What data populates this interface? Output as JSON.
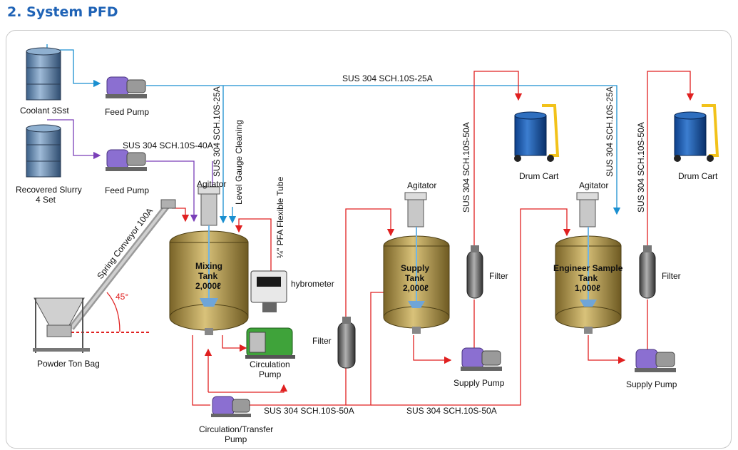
{
  "title": "2. System PFD",
  "equipment": {
    "coolant": "Coolant 3Sst",
    "recovered_slurry_line1": "Recovered Slurry",
    "recovered_slurry_line2": "4 Set",
    "feed_pump_1": "Feed Pump",
    "feed_pump_2": "Feed Pump",
    "agitator_1": "Agitator",
    "agitator_2": "Agitator",
    "agitator_3": "Agitator",
    "level_gauge": "Level Gauge Cleaning",
    "flex_tube": "¼\" PFA Flexible Tube",
    "hybrometer": "hybrometer",
    "spring_conveyor": "Spring Conveyor 100A",
    "angle": "45°",
    "powder_ton_bag": "Powder Ton Bag",
    "mixing_tank": {
      "line1": "Mixing",
      "line2": "Tank",
      "line3": "2,000ℓ"
    },
    "supply_tank": {
      "line1": "Supply",
      "line2": "Tank",
      "line3": "2,000ℓ"
    },
    "engineer_tank": {
      "line1": "Engineer Sample",
      "line2": "Tank",
      "line3": "1,000ℓ"
    },
    "circulation_pump_line1": "Circulation",
    "circulation_pump_line2": "Pump",
    "transfer_pump_line1": "Circulation/Transfer",
    "transfer_pump_line2": "Pump",
    "filter_1": "Filter",
    "filter_2": "Filter",
    "filter_3": "Filter",
    "supply_pump_1": "Supply Pump",
    "supply_pump_2": "Supply Pump",
    "drum_cart_1": "Drum Cart",
    "drum_cart_2": "Drum Cart"
  },
  "pipes": {
    "top_25a": "SUS 304 SCH.10S-25A",
    "slurry_40a": "SUS 304 SCH.10S-40A",
    "vert_25a_mix": "SUS 304 SCH.10S-25A",
    "vert_50a_supply": "SUS 304 SCH.10S-50A",
    "vert_25a_eng": "SUS 304 SCH.10S-25A",
    "vert_50a_eng": "SUS 304 SCH.10S-50A",
    "bottom_50a_1": "SUS 304 SCH.10S-50A",
    "bottom_50a_2": "SUS 304 SCH.10S-50A"
  },
  "colors": {
    "title": "#1f63b6",
    "water_line": "#1a8fd0",
    "slurry_line": "#7a3fb8",
    "product_line": "#e02020",
    "tank_body": "#b49a4e"
  }
}
